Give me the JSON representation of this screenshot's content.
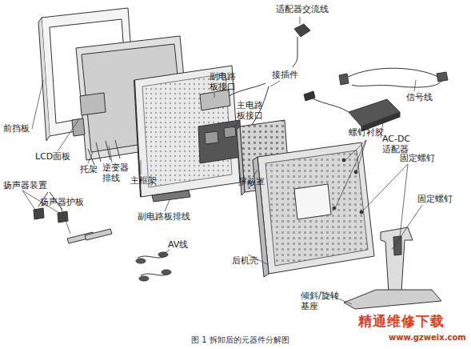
{
  "diagram": {
    "caption": "图 1 拆卸后的元器件分解图",
    "labels": [
      "适配器交流线",
      "接插件",
      "副电路板接口",
      "主电路板接口",
      "信号线",
      "AC-DC 适配器",
      "螺钉衬胶",
      "固定螺钉",
      "固定螺钉",
      "前挡板",
      "LCD面板",
      "托架",
      "逆变器排线",
      "主框架",
      "扬声器装置",
      "扬声器护板",
      "副电路板排线",
      "屏蔽罩",
      "AV线",
      "后机壳",
      "倾斜/旋转基座",
      "精通维修下载",
      "www.gzweix.com"
    ]
  }
}
